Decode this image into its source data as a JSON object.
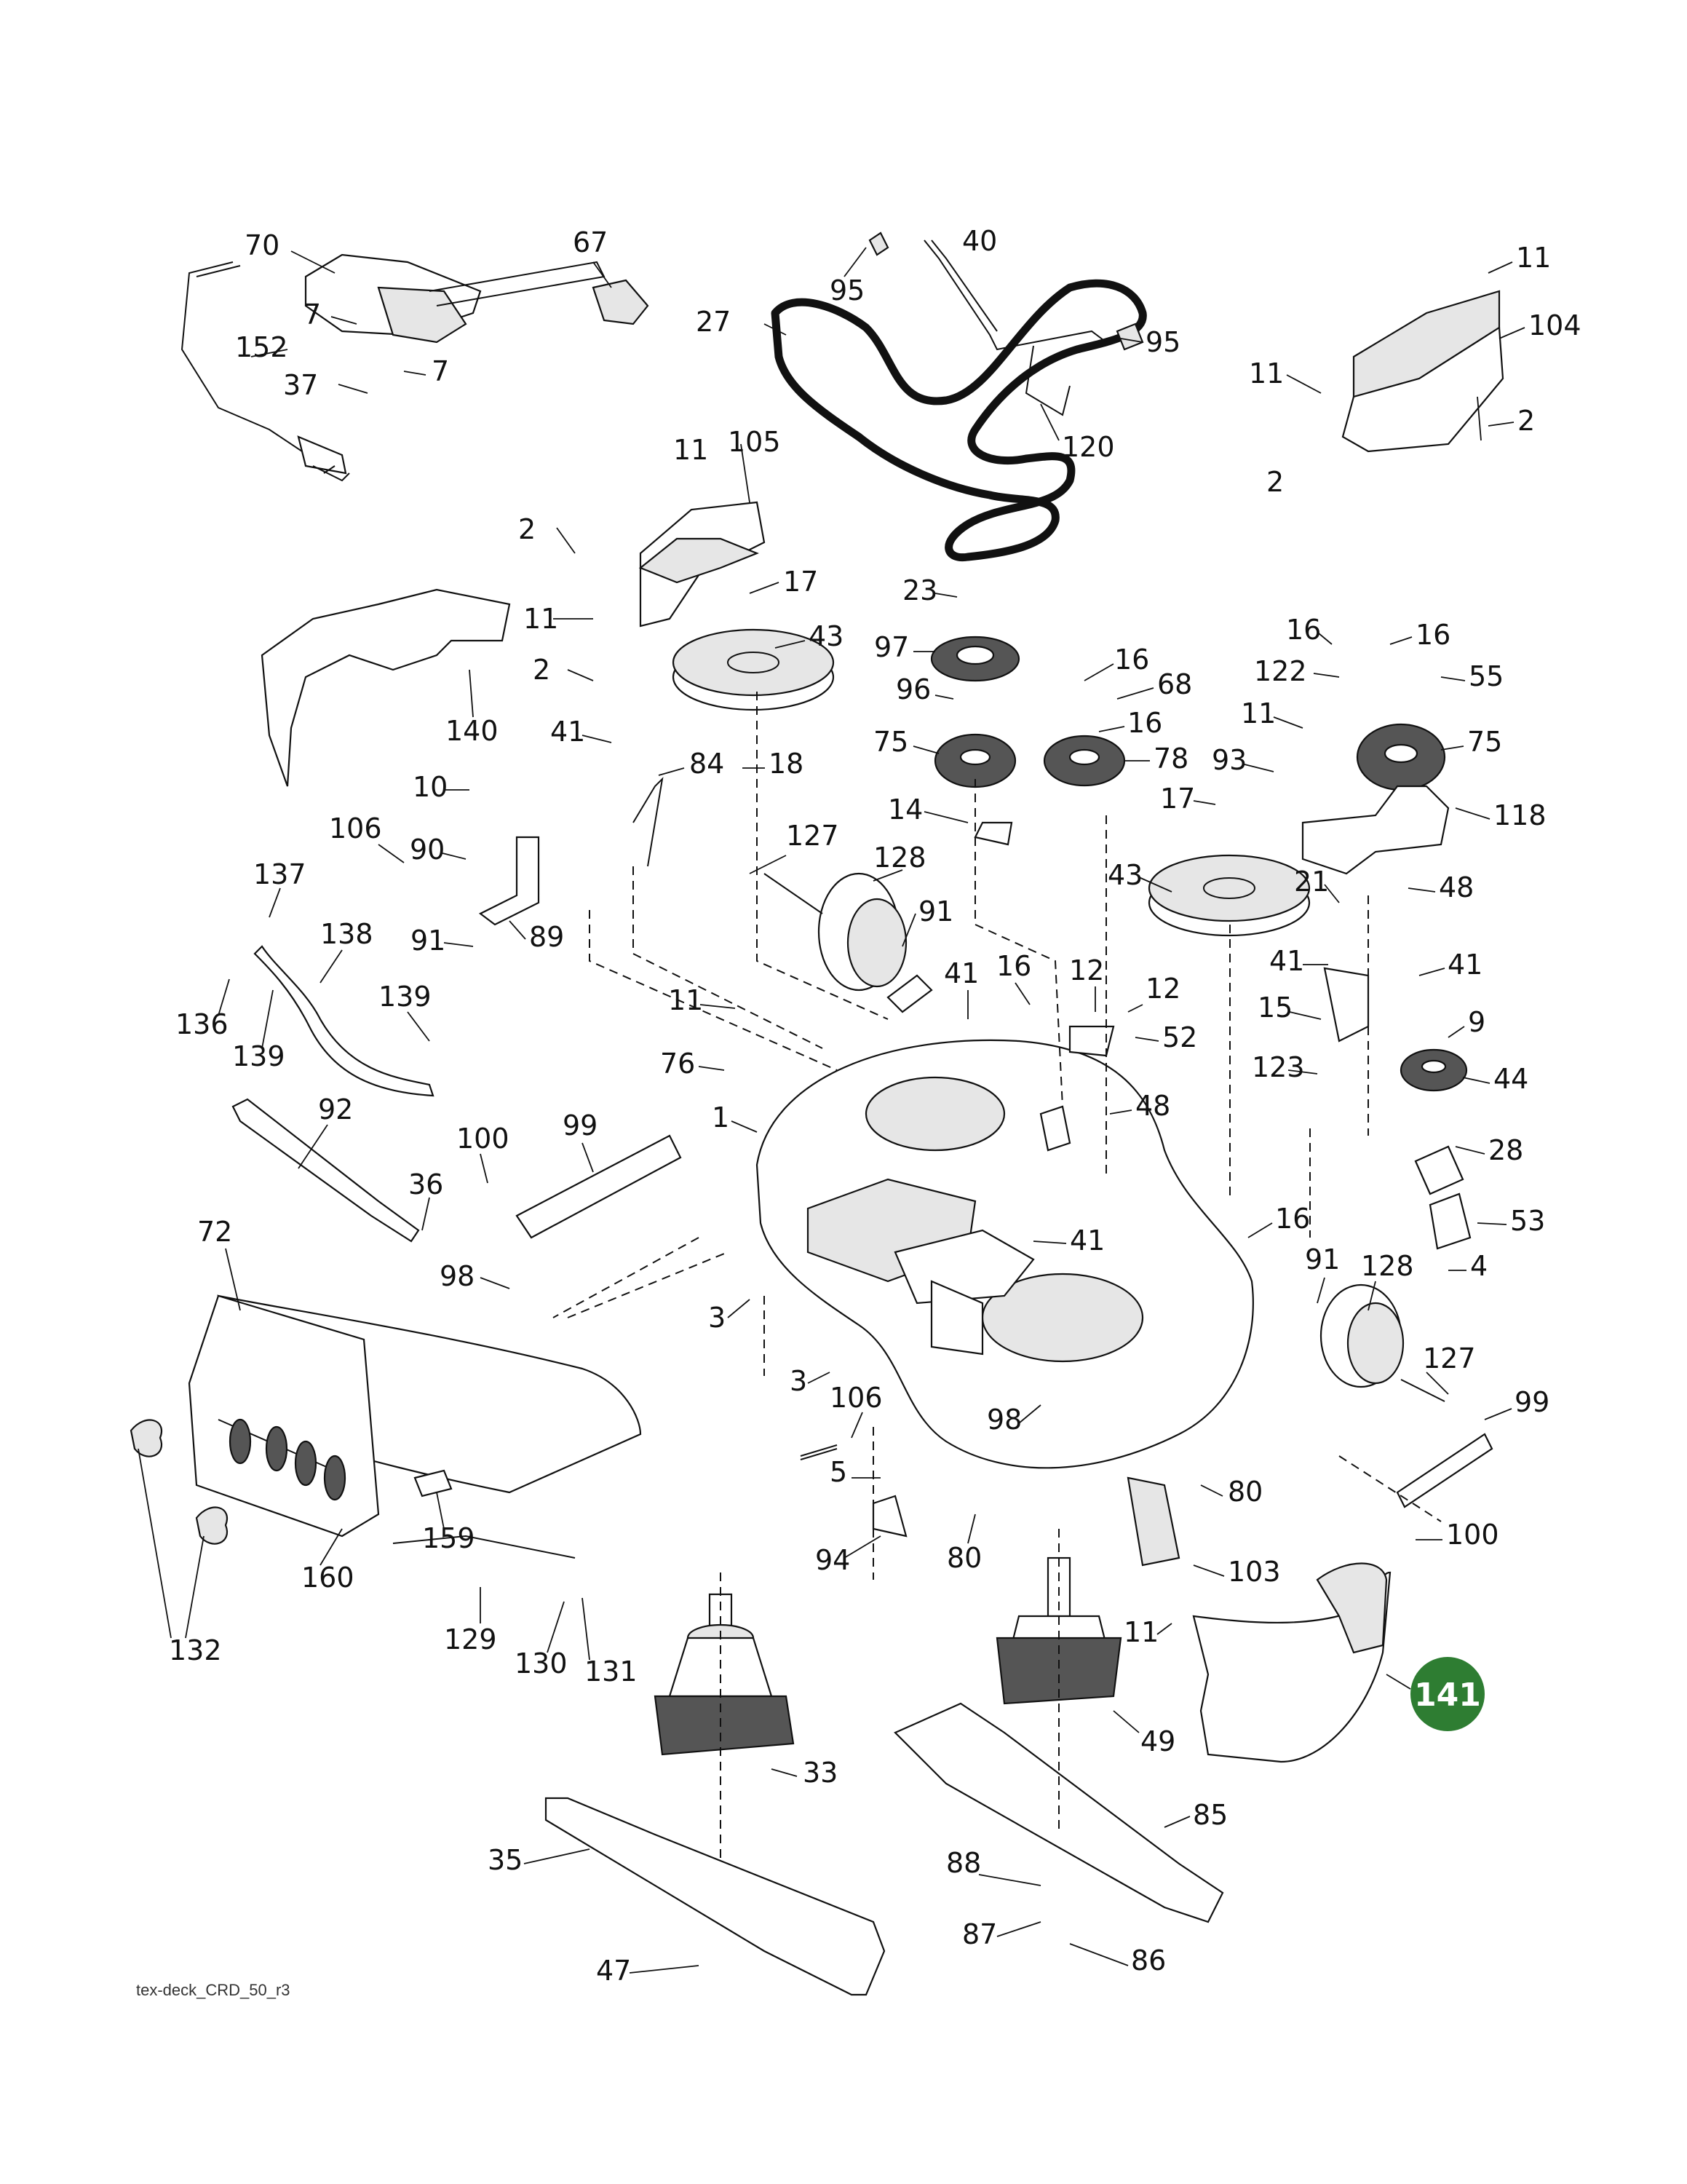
{
  "diagram": {
    "reference_code": "tex-deck_CRD_50_r3",
    "highlight_color": "#2e7d32",
    "highlighted_part": "141",
    "callouts": [
      {
        "key": "c70",
        "label": "70"
      },
      {
        "key": "c67",
        "label": "67"
      },
      {
        "key": "c7a",
        "label": "7"
      },
      {
        "key": "c152",
        "label": "152"
      },
      {
        "key": "c37",
        "label": "37"
      },
      {
        "key": "c7b",
        "label": "7"
      },
      {
        "key": "c95a",
        "label": "95"
      },
      {
        "key": "c40",
        "label": "40"
      },
      {
        "key": "c27",
        "label": "27"
      },
      {
        "key": "c95b",
        "label": "95"
      },
      {
        "key": "c120",
        "label": "120"
      },
      {
        "key": "c11a",
        "label": "11"
      },
      {
        "key": "c104",
        "label": "104"
      },
      {
        "key": "c11b",
        "label": "11"
      },
      {
        "key": "c2a",
        "label": "2"
      },
      {
        "key": "c2b",
        "label": "2"
      },
      {
        "key": "c11c",
        "label": "11"
      },
      {
        "key": "c105",
        "label": "105"
      },
      {
        "key": "c2c",
        "label": "2"
      },
      {
        "key": "c17a",
        "label": "17"
      },
      {
        "key": "c11d",
        "label": "11"
      },
      {
        "key": "c43a",
        "label": "43"
      },
      {
        "key": "c2d",
        "label": "2"
      },
      {
        "key": "c140",
        "label": "140"
      },
      {
        "key": "c41a",
        "label": "41"
      },
      {
        "key": "c84",
        "label": "84"
      },
      {
        "key": "c18",
        "label": "18"
      },
      {
        "key": "c23",
        "label": "23"
      },
      {
        "key": "c97",
        "label": "97"
      },
      {
        "key": "c96",
        "label": "96"
      },
      {
        "key": "c75a",
        "label": "75"
      },
      {
        "key": "c16a",
        "label": "16"
      },
      {
        "key": "c68",
        "label": "68"
      },
      {
        "key": "c16b",
        "label": "16"
      },
      {
        "key": "c78",
        "label": "78"
      },
      {
        "key": "c17b",
        "label": "17"
      },
      {
        "key": "c16c",
        "label": "16"
      },
      {
        "key": "c16d",
        "label": "16"
      },
      {
        "key": "c122",
        "label": "122"
      },
      {
        "key": "c55",
        "label": "55"
      },
      {
        "key": "c11e",
        "label": "11"
      },
      {
        "key": "c93",
        "label": "93"
      },
      {
        "key": "c75b",
        "label": "75"
      },
      {
        "key": "c118",
        "label": "118"
      },
      {
        "key": "c10",
        "label": "10"
      },
      {
        "key": "c106a",
        "label": "106"
      },
      {
        "key": "c90",
        "label": "90"
      },
      {
        "key": "c14",
        "label": "14"
      },
      {
        "key": "c127a",
        "label": "127"
      },
      {
        "key": "c128a",
        "label": "128"
      },
      {
        "key": "c43b",
        "label": "43"
      },
      {
        "key": "c21",
        "label": "21"
      },
      {
        "key": "c48a",
        "label": "48"
      },
      {
        "key": "c137",
        "label": "137"
      },
      {
        "key": "c89",
        "label": "89"
      },
      {
        "key": "c91a",
        "label": "91"
      },
      {
        "key": "c138",
        "label": "138"
      },
      {
        "key": "c91b",
        "label": "91"
      },
      {
        "key": "c41b",
        "label": "41"
      },
      {
        "key": "c16e",
        "label": "16"
      },
      {
        "key": "c12a",
        "label": "12"
      },
      {
        "key": "c12b",
        "label": "12"
      },
      {
        "key": "c41c",
        "label": "41"
      },
      {
        "key": "c41d",
        "label": "41"
      },
      {
        "key": "c136",
        "label": "136"
      },
      {
        "key": "c139a",
        "label": "139"
      },
      {
        "key": "c139b",
        "label": "139"
      },
      {
        "key": "c11f",
        "label": "11"
      },
      {
        "key": "c52",
        "label": "52"
      },
      {
        "key": "c15",
        "label": "15"
      },
      {
        "key": "c9",
        "label": "9"
      },
      {
        "key": "c76",
        "label": "76"
      },
      {
        "key": "c123",
        "label": "123"
      },
      {
        "key": "c44",
        "label": "44"
      },
      {
        "key": "c92",
        "label": "92"
      },
      {
        "key": "c99a",
        "label": "99"
      },
      {
        "key": "c1",
        "label": "1"
      },
      {
        "key": "c48b",
        "label": "48"
      },
      {
        "key": "c100a",
        "label": "100"
      },
      {
        "key": "c28",
        "label": "28"
      },
      {
        "key": "c36",
        "label": "36"
      },
      {
        "key": "c53",
        "label": "53"
      },
      {
        "key": "c72",
        "label": "72"
      },
      {
        "key": "c41e",
        "label": "41"
      },
      {
        "key": "c16f",
        "label": "16"
      },
      {
        "key": "c98a",
        "label": "98"
      },
      {
        "key": "c4",
        "label": "4"
      },
      {
        "key": "c91c",
        "label": "91"
      },
      {
        "key": "c128b",
        "label": "128"
      },
      {
        "key": "c3a",
        "label": "3"
      },
      {
        "key": "c3b",
        "label": "3"
      },
      {
        "key": "c106b",
        "label": "106"
      },
      {
        "key": "c127b",
        "label": "127"
      },
      {
        "key": "c98b",
        "label": "98"
      },
      {
        "key": "c99b",
        "label": "99"
      },
      {
        "key": "c5",
        "label": "5"
      },
      {
        "key": "c80a",
        "label": "80"
      },
      {
        "key": "c159",
        "label": "159"
      },
      {
        "key": "c100b",
        "label": "100"
      },
      {
        "key": "c160",
        "label": "160"
      },
      {
        "key": "c94",
        "label": "94"
      },
      {
        "key": "c80b",
        "label": "80"
      },
      {
        "key": "c103",
        "label": "103"
      },
      {
        "key": "c129",
        "label": "129"
      },
      {
        "key": "c11g",
        "label": "11"
      },
      {
        "key": "c132",
        "label": "132"
      },
      {
        "key": "c130",
        "label": "130"
      },
      {
        "key": "c131",
        "label": "131"
      },
      {
        "key": "c49",
        "label": "49"
      },
      {
        "key": "c33",
        "label": "33"
      },
      {
        "key": "c85",
        "label": "85"
      },
      {
        "key": "c35",
        "label": "35"
      },
      {
        "key": "c88",
        "label": "88"
      },
      {
        "key": "c87",
        "label": "87"
      },
      {
        "key": "c86",
        "label": "86"
      },
      {
        "key": "c47",
        "label": "47"
      }
    ]
  }
}
